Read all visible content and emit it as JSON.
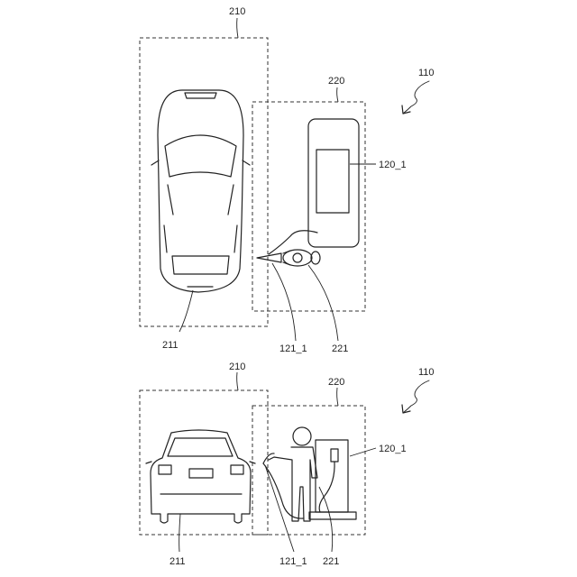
{
  "labels": {
    "region_vehicle": "210",
    "region_charger": "220",
    "system": "110",
    "charger": "120_1",
    "vehicle": "211",
    "connector": "121_1",
    "user": "221"
  }
}
